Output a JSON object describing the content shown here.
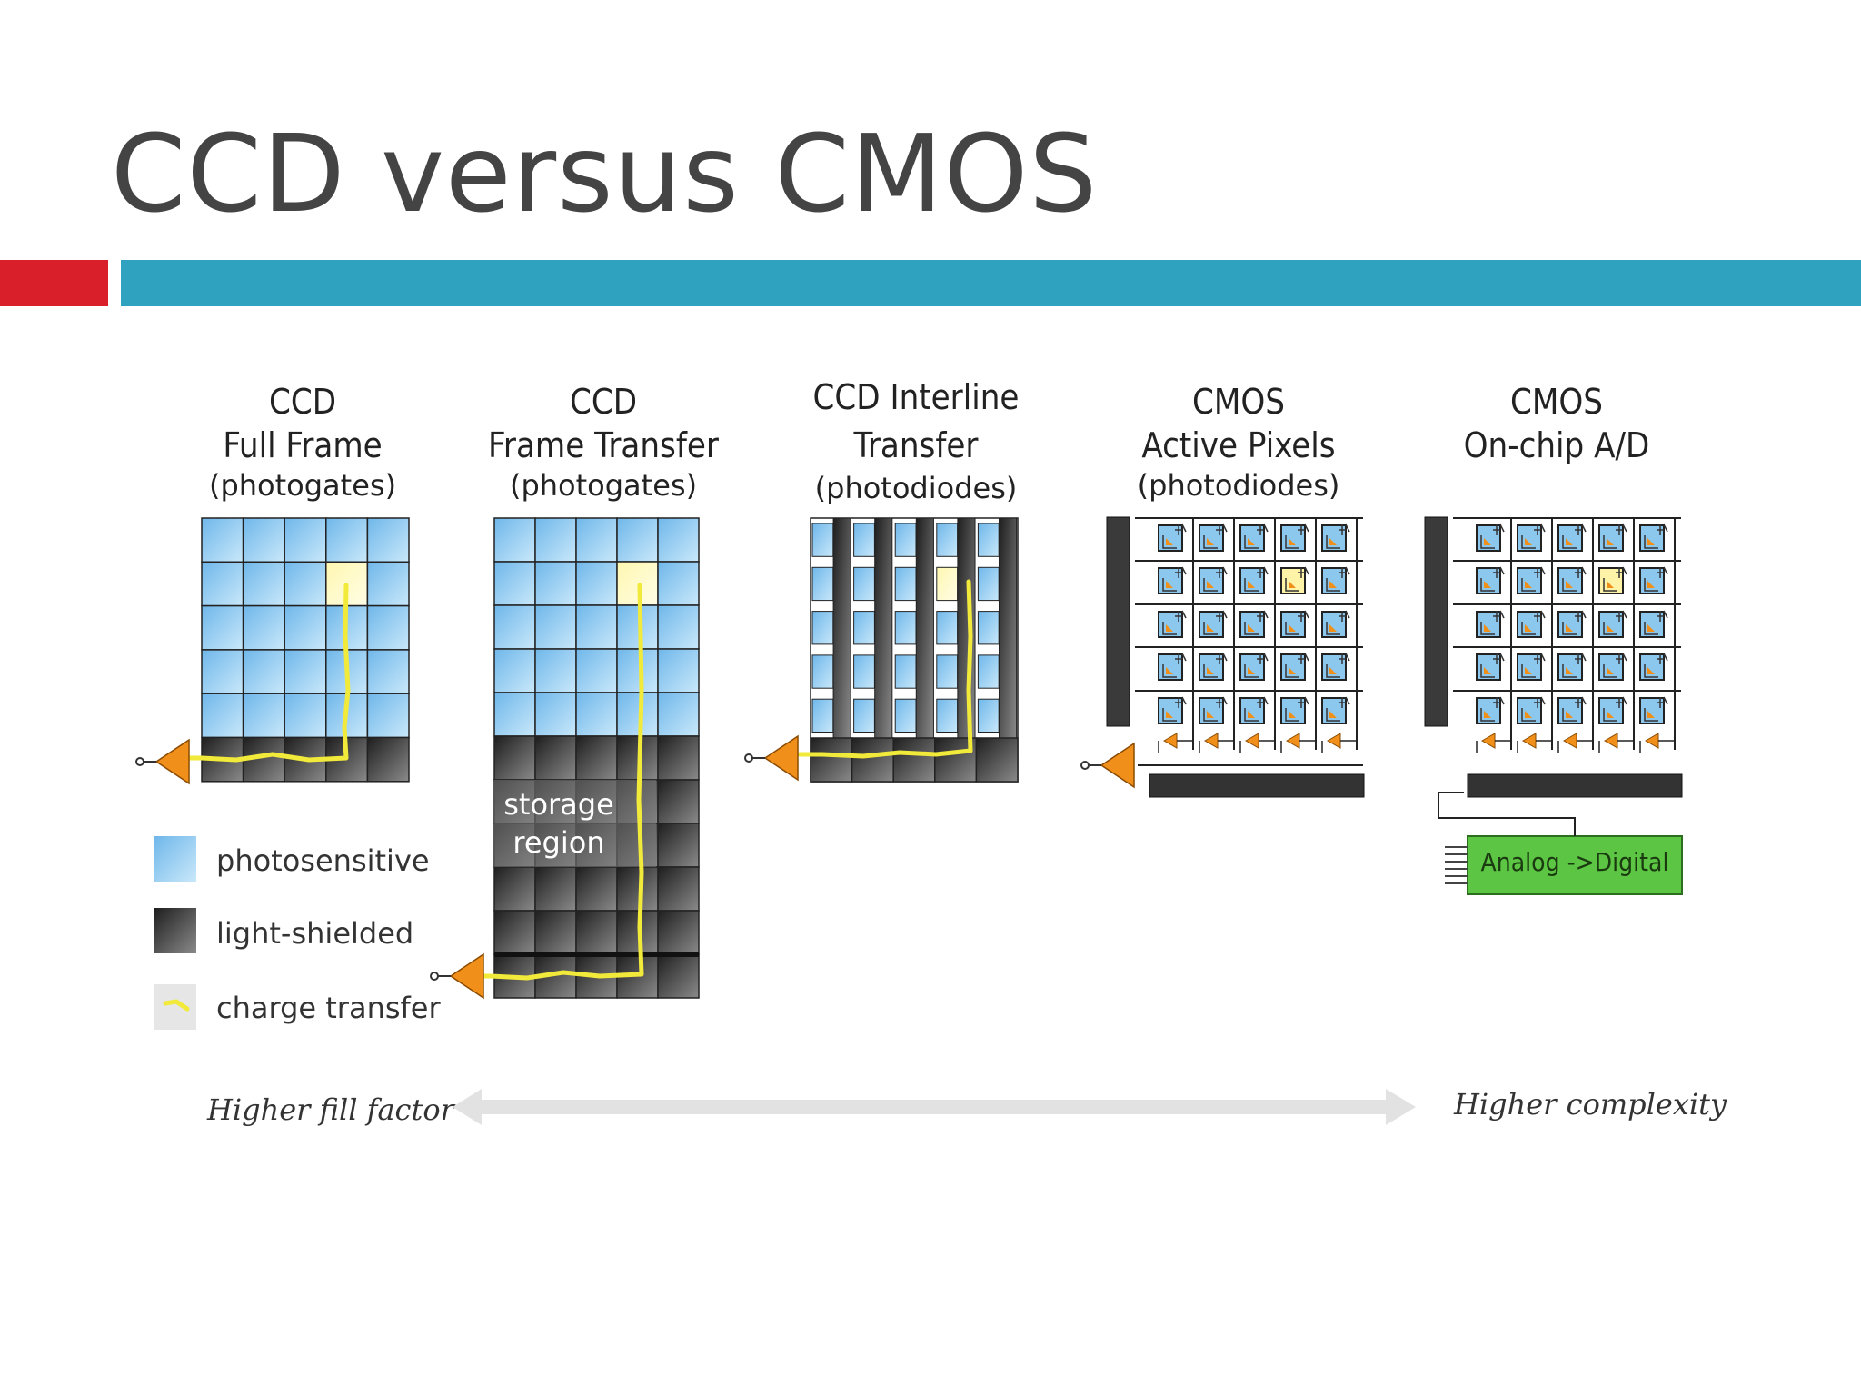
{
  "slide": {
    "title": "CCD versus CMOS",
    "accent_red": "#d9202a",
    "accent_teal": "#2ea2bf"
  },
  "panels": [
    {
      "line1": "CCD",
      "line2": "Full Frame",
      "line3": "(photogates)"
    },
    {
      "line1": "CCD",
      "line2": "Frame Transfer",
      "line3": "(photogates)"
    },
    {
      "line1": "CCD Interline",
      "line2": "Transfer",
      "line3": "(photodiodes)"
    },
    {
      "line1": "CMOS",
      "line2": "Active Pixels",
      "line3": "(photodiodes)"
    },
    {
      "line1": "CMOS",
      "line2": "On-chip A/D",
      "line3": ""
    }
  ],
  "storage_label": {
    "line1": "storage",
    "line2": "region"
  },
  "adc_label": "Analog ->Digital",
  "legend": [
    {
      "label": "photosensitive",
      "icon": "photosensitive-swatch-icon"
    },
    {
      "label": "light-shielded",
      "icon": "light-shielded-swatch-icon"
    },
    {
      "label": "charge transfer",
      "icon": "charge-transfer-swatch-icon"
    }
  ],
  "scale": {
    "left": "Higher fill factor",
    "right": "Higher complexity"
  },
  "colors": {
    "photosensitive": "#8cc8ee",
    "light_shielded": "#333333",
    "charge": "#f2ea3a",
    "amplifier": "#f0901a",
    "adc": "#5cc544"
  }
}
